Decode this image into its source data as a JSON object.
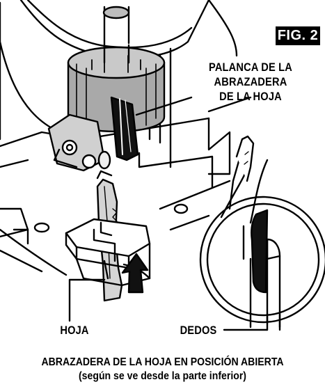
{
  "figure": {
    "badge": "FIG. 2",
    "lever_label_lines": [
      "PALANCA DE LA",
      "ABRAZADERA",
      "DE LA HOJA"
    ],
    "blade_label": "HOJA",
    "fingers_label": "DEDOS",
    "caption_line_1": "ABRAZADERA DE LA HOJA EN POSICIÓN ABIERTA",
    "caption_line_2": "(según se ve desde la parte inferior)"
  }
}
